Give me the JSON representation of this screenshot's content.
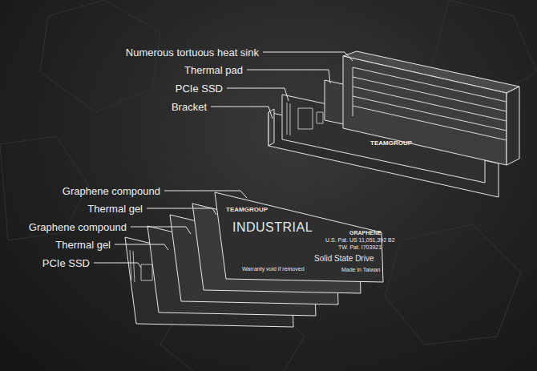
{
  "diagram": {
    "nodes": [
      {
        "text": [
          "TEAMGROUP",
          "INDUSTRIAL",
          "GRAPHENE",
          "U.S. Pat. US 11,051,392 B2",
          "TW. Pat. I703921",
          "Solid State Drive",
          "Made in Taiwan",
          "Warranty void if removed"
        ]
      }
    ],
    "labels": [
      "Numerous tortuous heat sink",
      "Thermal pad",
      "PCIe SSD",
      "Bracket",
      "Graphene compound",
      "Thermal gel",
      "Graphene compound",
      "Thermal gel",
      "PCIe SSD",
      "TEAMGROUP"
    ]
  }
}
